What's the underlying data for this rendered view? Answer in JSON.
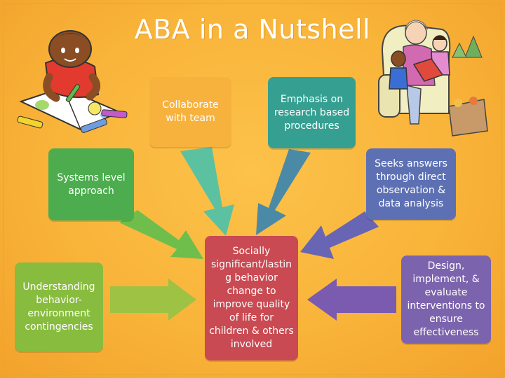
{
  "title": "ABA in a Nutshell",
  "colors": {
    "background": "#f9b43a",
    "collaborate": "#f7b23e",
    "emphasis": "#35a091",
    "systems": "#4cac4e",
    "seeks": "#5d70b4",
    "understanding": "#88bc3f",
    "center": "#c94a52",
    "design": "#7c63ad"
  },
  "nodes": {
    "collaborate": "Collaborate with team",
    "emphasis": "Emphasis on research based procedures",
    "systems": "Systems level approach",
    "seeks": "Seeks answers through direct observation & data analysis",
    "understanding": "Understanding behavior-environment contingencies",
    "center": "Socially significant/lastin g behavior change to improve quality of life for children & others involved",
    "design": "Design, implement, & evaluate interventions to ensure effectiveness"
  },
  "illustrations": [
    "child-coloring-picture",
    "grandmother-reading-picture"
  ]
}
